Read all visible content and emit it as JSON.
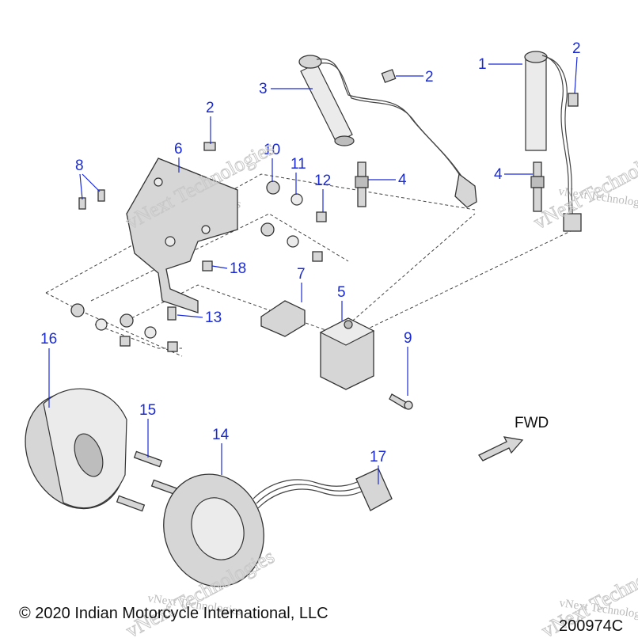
{
  "callouts": [
    {
      "id": "c1",
      "label": "1"
    },
    {
      "id": "c2a",
      "label": "2"
    },
    {
      "id": "c2b",
      "label": "2"
    },
    {
      "id": "c2c",
      "label": "2"
    },
    {
      "id": "c3",
      "label": "3"
    },
    {
      "id": "c4a",
      "label": "4"
    },
    {
      "id": "c4b",
      "label": "4"
    },
    {
      "id": "c5",
      "label": "5"
    },
    {
      "id": "c6",
      "label": "6"
    },
    {
      "id": "c7",
      "label": "7"
    },
    {
      "id": "c8",
      "label": "8"
    },
    {
      "id": "c9",
      "label": "9"
    },
    {
      "id": "c10",
      "label": "10"
    },
    {
      "id": "c11",
      "label": "11"
    },
    {
      "id": "c12",
      "label": "12"
    },
    {
      "id": "c13",
      "label": "13"
    },
    {
      "id": "c14",
      "label": "14"
    },
    {
      "id": "c15",
      "label": "15"
    },
    {
      "id": "c16",
      "label": "16"
    },
    {
      "id": "c17",
      "label": "17"
    },
    {
      "id": "c18",
      "label": "18"
    }
  ],
  "direction_label": "FWD",
  "watermark": "vNext Technologies",
  "copyright": "© 2020 Indian Motorcycle International, LLC",
  "figure_number": "200974C",
  "colors": {
    "callout": "#1a2bd6",
    "line": "#333333",
    "fill": "#d6d6d6"
  }
}
